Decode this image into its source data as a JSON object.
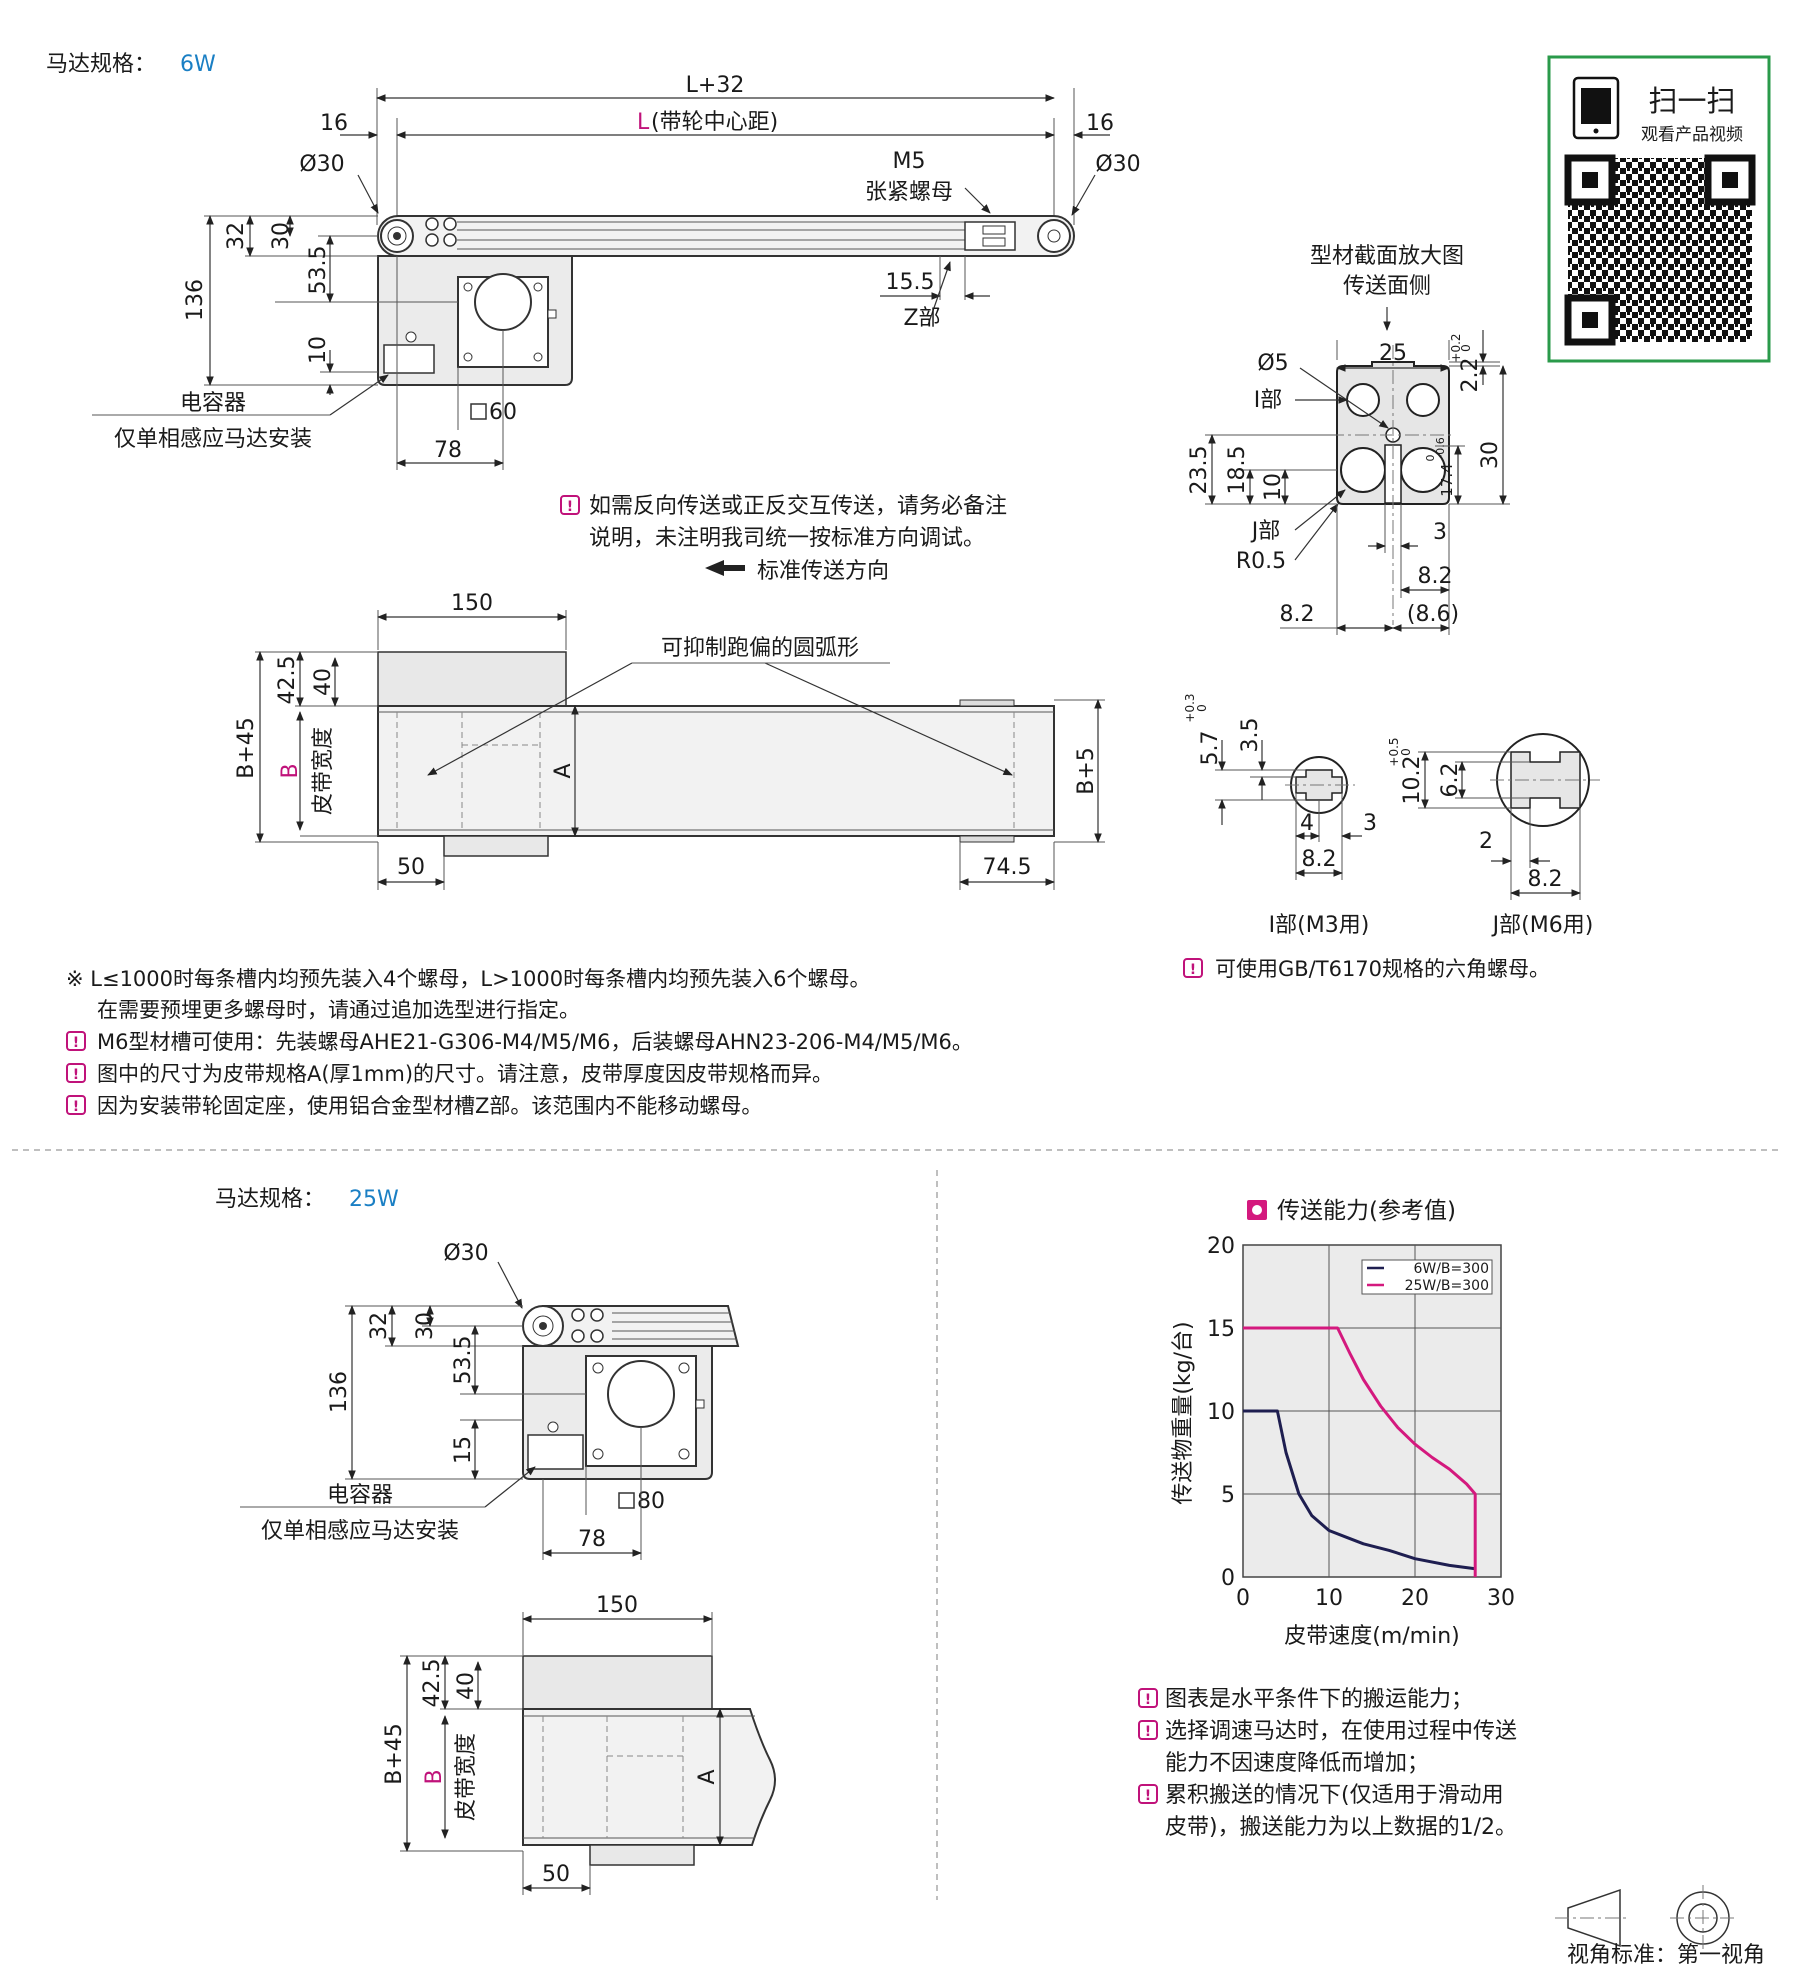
{
  "section_6w": {
    "motor_label": "马达规格：",
    "motor_value": "6W",
    "side_view": {
      "dim_total": "L+32",
      "dim_center_prefix": "L",
      "dim_center_suffix": "(带轮中心距)",
      "dim_left": "16",
      "dim_right": "16",
      "dia_left": "Ø30",
      "dia_right": "Ø30",
      "tension_nut_size": "M5",
      "tension_nut_name": "张紧螺母",
      "dim_32": "32",
      "dim_30": "30",
      "dim_53_5": "53.5",
      "dim_136": "136",
      "dim_10": "10",
      "dim_15_5": "15.5",
      "z_part": "Z部",
      "motor_square": "60",
      "dim_78": "78",
      "capacitor_line1": "电容器",
      "capacitor_line2": "仅单相感应马达安装"
    },
    "direction_note": {
      "line1": "如需反向传送或正反交互传送，请务必备注",
      "line2": "说明，未注明我司统一按标准方向调试。",
      "arrow_label": "标准传送方向"
    },
    "top_view": {
      "dim_150": "150",
      "dim_42_5": "42.5",
      "dim_40": "40",
      "dim_b45": "B+45",
      "dim_b": "B",
      "belt_width": "皮带宽度",
      "dim_a": "A",
      "dim_b5": "B+5",
      "dim_50": "50",
      "dim_74_5": "74.5",
      "arc_label": "可抑制跑偏的圆弧形"
    },
    "notes": {
      "n1_line1": "※ L≤1000时每条槽内均预先装入4个螺母，L>1000时每条槽内均预先装入6个螺母。",
      "n1_line2": "在需要预埋更多螺母时，请通过追加选型进行指定。",
      "n2": "M6型材槽可使用：先装螺母AHE21-G306-M4/M5/M6，后装螺母AHN23-206-M4/M5/M6。",
      "n3": "图中的尺寸为皮带规格A(厚1mm)的尺寸。请注意，皮带厚度因皮带规格而异。",
      "n4": "因为安装带轮固定座，使用铝合金型材槽Z部。该范围内不能移动螺母。"
    }
  },
  "qr": {
    "title": "扫一扫",
    "subtitle": "观看产品视频"
  },
  "profile": {
    "title_line1": "型材截面放大图",
    "title_line2": "传送面侧",
    "dia5": "Ø5",
    "dim_25": "25",
    "tol_2_2": "2.2",
    "tol_2_2_sup": "+0.2",
    "tol_2_2_sub": "0",
    "i_part": "I部",
    "dim_23_5": "23.5",
    "dim_18_5": "18.5",
    "dim_10": "10",
    "dim_17_4": "17.4",
    "dim_17_4_sup": "0",
    "dim_17_4_sub": "-0.6",
    "dim_30": "30",
    "j_part": "J部",
    "r0_5": "R0.5",
    "dim_3": "3",
    "dim_8_2a": "8.2",
    "dim_8_2b": "8.2",
    "dim_8_6": "(8.6)",
    "i_detail": {
      "dim_5_7": "5.7",
      "dim_5_7_sup": "+0.3",
      "dim_5_7_sub": "0",
      "dim_3_5": "3.5",
      "dim_4": "4",
      "dim_3": "3",
      "dim_8_2": "8.2",
      "label": "I部(M3用)"
    },
    "j_detail": {
      "dim_10_2": "10.2",
      "dim_10_2_sup": "+0.5",
      "dim_10_2_sub": "0",
      "dim_6_2": "6.2",
      "dim_2": "2",
      "dim_8_2": "8.2",
      "label": "J部(M6用)"
    },
    "note": "可使用GB/T6170规格的六角螺母。"
  },
  "section_25w": {
    "motor_label": "马达规格：",
    "motor_value": "25W",
    "side_view": {
      "dia": "Ø30",
      "dim_32": "32",
      "dim_30": "30",
      "dim_53_5": "53.5",
      "dim_136": "136",
      "dim_15": "15",
      "capacitor_line1": "电容器",
      "capacitor_line2": "仅单相感应马达安装",
      "motor_square": "80",
      "dim_78": "78"
    },
    "top_view": {
      "dim_150": "150",
      "dim_42_5": "42.5",
      "dim_40": "40",
      "dim_b45": "B+45",
      "dim_b": "B",
      "belt_width": "皮带宽度",
      "dim_a": "A",
      "dim_50": "50"
    }
  },
  "capacity": {
    "header": "传送能力(参考值)",
    "notes": {
      "n1": "图表是水平条件下的搬运能力；",
      "n2_line1": "选择调速马达时，在使用过程中传送",
      "n2_line2": "能力不因速度降低而增加；",
      "n3_line1": "累积搬送的情况下(仅适用于滑动用",
      "n3_line2": "皮带)，搬送能力为以上数据的1/2。"
    }
  },
  "chart_data": {
    "type": "line",
    "title": "",
    "xlabel": "皮带速度(m/min)",
    "ylabel": "传送物重量(kg/台)",
    "xlim": [
      0,
      30
    ],
    "ylim": [
      0,
      20
    ],
    "xticks": [
      "0",
      "10",
      "20",
      "30"
    ],
    "yticks": [
      "0",
      "5",
      "10",
      "15",
      "20"
    ],
    "grid": true,
    "legend_position": "top-right",
    "series": [
      {
        "name": "6W/B=300",
        "color": "#1e1e50",
        "x": [
          0,
          4,
          5,
          6.5,
          8,
          10,
          12,
          14,
          17,
          20,
          24,
          27
        ],
        "y": [
          10,
          10,
          7.5,
          5,
          3.7,
          2.8,
          2.4,
          2.0,
          1.6,
          1.1,
          0.7,
          0.5
        ]
      },
      {
        "name": "25W/B=300",
        "color": "#d4197e",
        "x": [
          0,
          11,
          12.5,
          14,
          16,
          18,
          20,
          22,
          24,
          26,
          27,
          27
        ],
        "y": [
          15,
          15,
          13.4,
          11.9,
          10.3,
          9.0,
          8.0,
          7.2,
          6.5,
          5.6,
          5.0,
          0
        ]
      }
    ]
  },
  "view_standard": "视角标准：第一视角"
}
